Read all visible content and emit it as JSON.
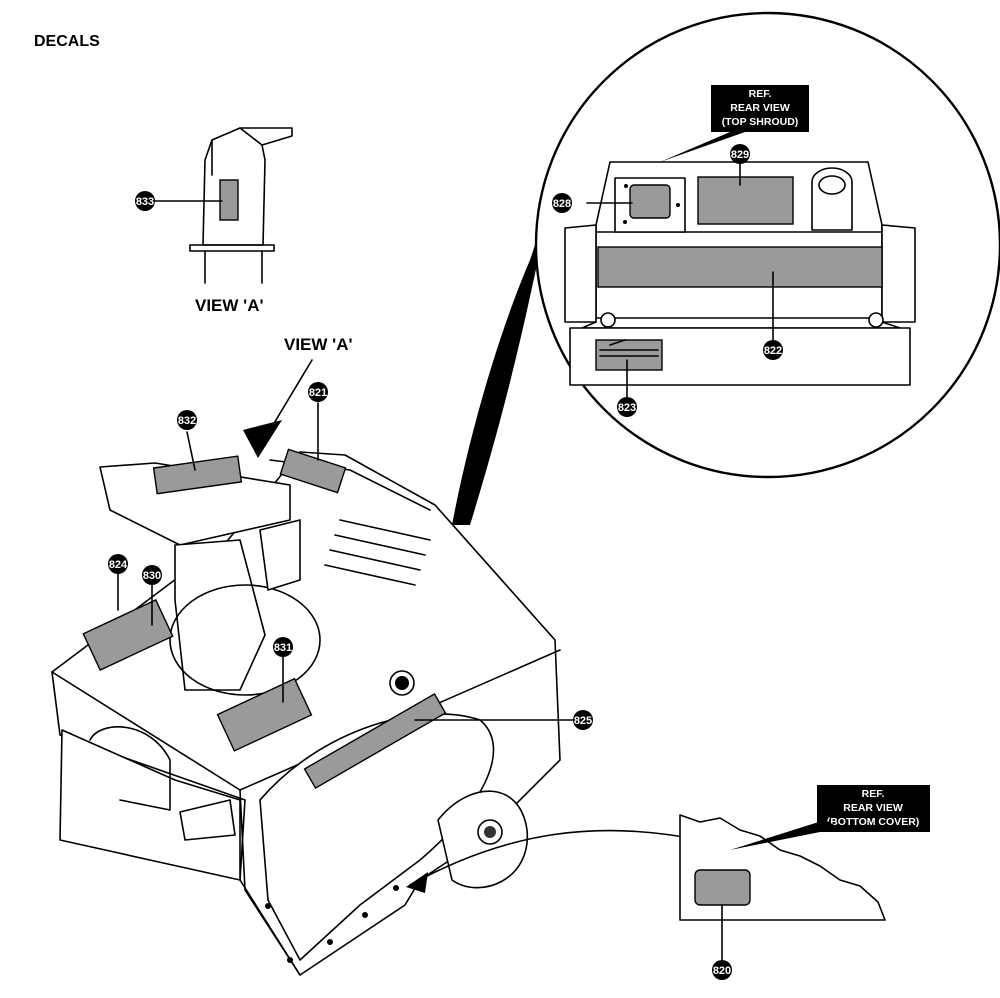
{
  "page": {
    "title": "DECALS"
  },
  "view_labels": {
    "view_a_caption": "VIEW 'A'",
    "view_a_pointer": "VIEW 'A'"
  },
  "ref_boxes": {
    "top": {
      "line1": "REF.",
      "line2": "REAR VIEW",
      "line3": "(TOP SHROUD)"
    },
    "bottom": {
      "line1": "REF.",
      "line2": "REAR VIEW",
      "line3": "(BOTTOM COVER)"
    }
  },
  "callouts": {
    "c820": "820",
    "c821": "821",
    "c822": "822",
    "c823": "823",
    "c824": "824",
    "c825": "825",
    "c828": "828",
    "c829": "829",
    "c830": "830",
    "c831": "831",
    "c832": "832",
    "c833": "833"
  },
  "colors": {
    "decal_fill": "#9a9a9a",
    "line": "#000000",
    "badge": "#000000"
  }
}
